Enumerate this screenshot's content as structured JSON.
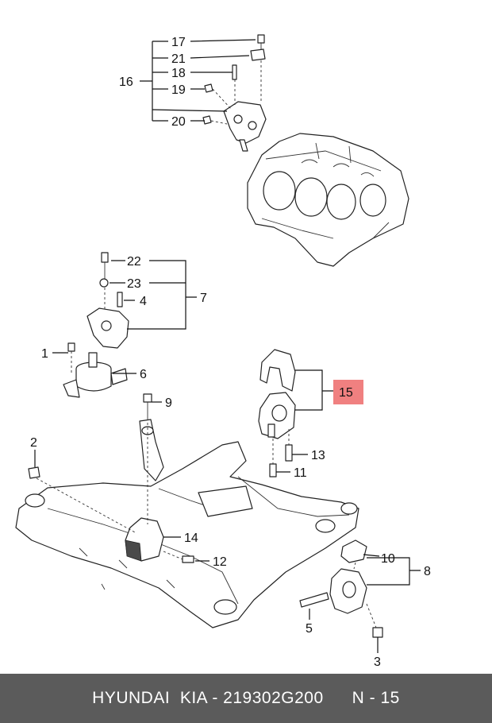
{
  "callouts": {
    "c1": "1",
    "c2": "2",
    "c3": "3",
    "c4": "4",
    "c5": "5",
    "c6": "6",
    "c7": "7",
    "c8": "8",
    "c9": "9",
    "c10": "10",
    "c11": "11",
    "c12": "12",
    "c13": "13",
    "c14": "14",
    "c15": "15",
    "c16": "16",
    "c17": "17",
    "c18": "18",
    "c19": "19",
    "c20": "20",
    "c21": "21",
    "c22": "22",
    "c23": "23"
  },
  "highlight": {
    "callout": "15",
    "color": "#f08080"
  },
  "footer": {
    "brand_part": "HYUNDAI  KIA - 219302G200",
    "page_ref": "N - 15"
  }
}
